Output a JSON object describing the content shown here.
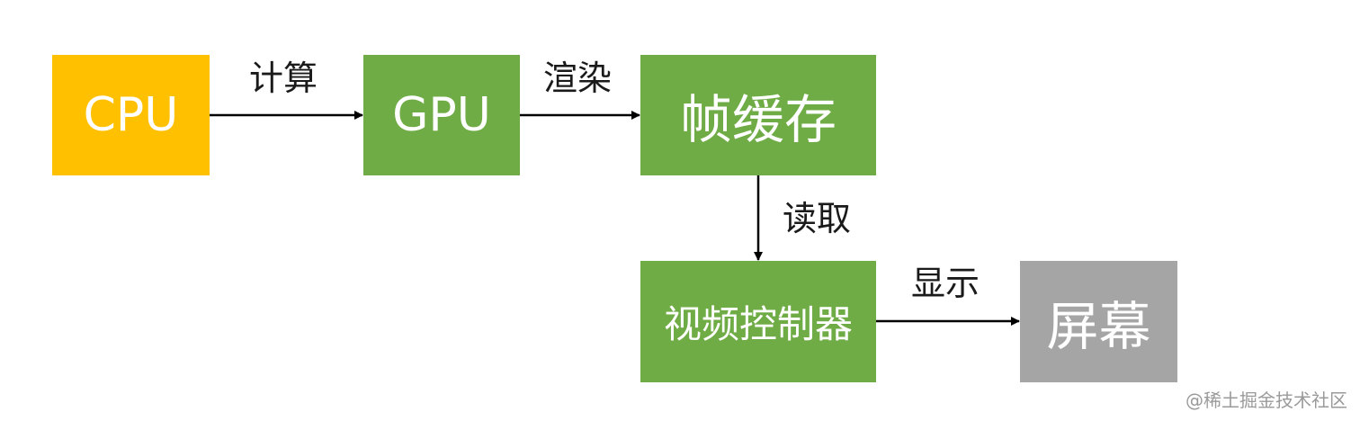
{
  "nodes": {
    "cpu": {
      "label": "CPU",
      "color": "#FFC000"
    },
    "gpu": {
      "label": "GPU",
      "color": "#6FAC46"
    },
    "framebuffer": {
      "label": "帧缓存",
      "color": "#6FAC46"
    },
    "video_controller": {
      "label": "视频控制器",
      "color": "#6FAC46"
    },
    "screen": {
      "label": "屏幕",
      "color": "#A5A5A5"
    }
  },
  "edges": {
    "cpu_to_gpu": {
      "label": "计算"
    },
    "gpu_to_framebuffer": {
      "label": "渲染"
    },
    "framebuffer_to_video_controller": {
      "label": "读取"
    },
    "video_controller_to_screen": {
      "label": "显示"
    }
  },
  "watermark": "@稀土掘金技术社区"
}
